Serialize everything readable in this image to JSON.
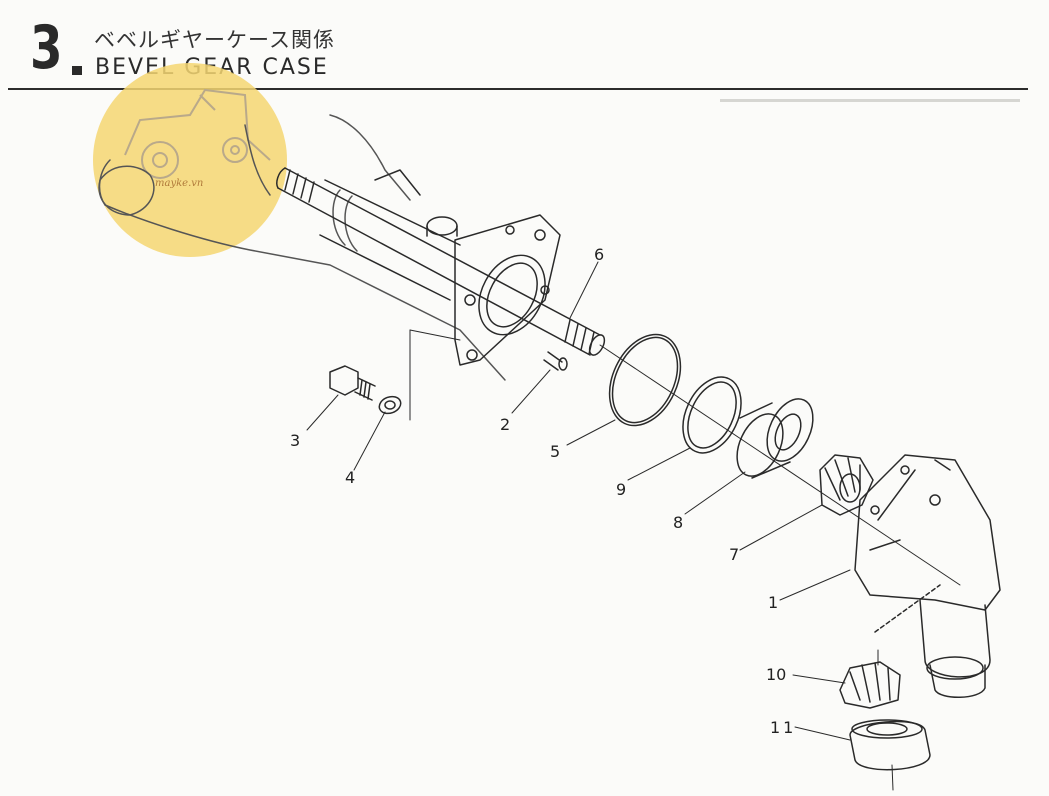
{
  "header": {
    "section_number": "3",
    "title_jp": "ベベルギヤーケース関係",
    "title_en": "BEVEL GEAR CASE"
  },
  "watermark": {
    "icon": "tractor-icon",
    "color": "#f3d067"
  },
  "parts": [
    {
      "id": "p1",
      "label": "1",
      "name": "bevel-gear-case"
    },
    {
      "id": "p2",
      "label": "2",
      "name": "dowel-pin"
    },
    {
      "id": "p3",
      "label": "3",
      "name": "bolt"
    },
    {
      "id": "p4",
      "label": "4",
      "name": "washer"
    },
    {
      "id": "p5",
      "label": "5",
      "name": "o-ring"
    },
    {
      "id": "p6",
      "label": "6",
      "name": "shaft"
    },
    {
      "id": "p7",
      "label": "7",
      "name": "bevel-gear"
    },
    {
      "id": "p8",
      "label": "8",
      "name": "ball-bearing"
    },
    {
      "id": "p9",
      "label": "9",
      "name": "shim-ring"
    },
    {
      "id": "p10",
      "label": "10",
      "name": "bevel-pinion"
    },
    {
      "id": "p11",
      "label": "11",
      "name": "lower-bearing"
    }
  ]
}
